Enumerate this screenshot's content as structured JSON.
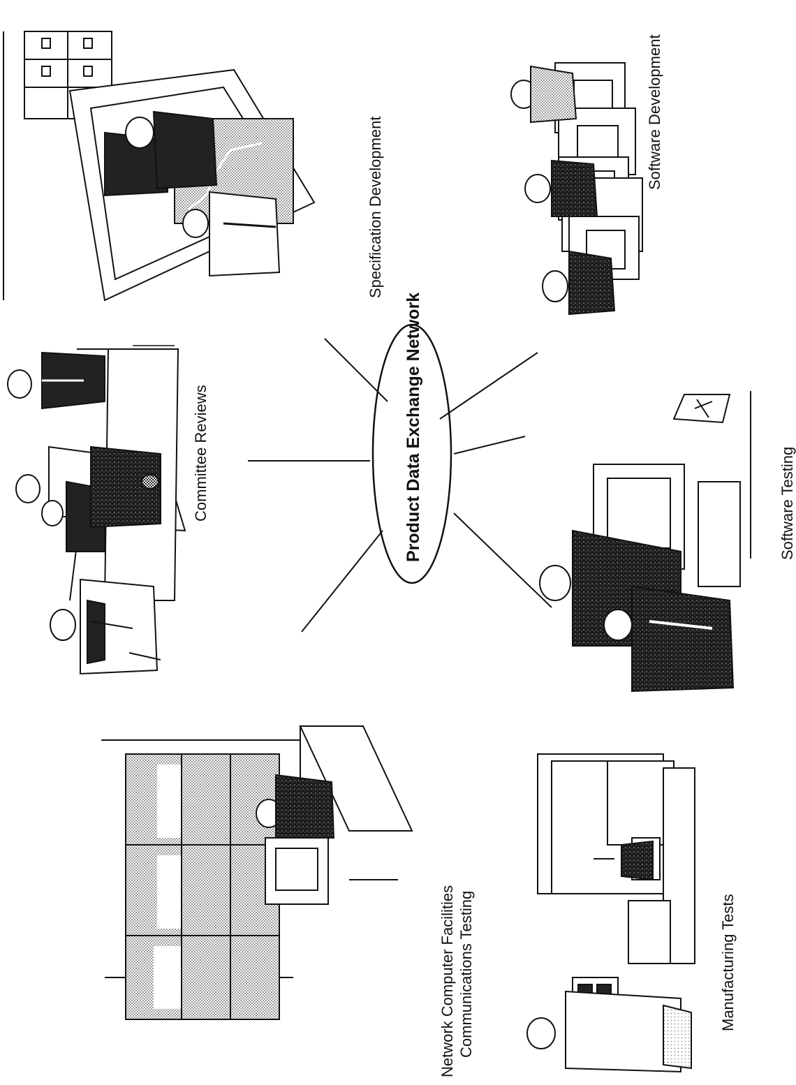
{
  "hub": {
    "label": "Product Data Exchange Network"
  },
  "activities": [
    {
      "id": "committee",
      "label": "Committee Reviews"
    },
    {
      "id": "specification",
      "label": "Specification Development"
    },
    {
      "id": "software_dev",
      "label": "Software Development"
    },
    {
      "id": "software_test",
      "label": "Software Testing"
    },
    {
      "id": "manufacturing",
      "label": "Manufacturing Tests"
    },
    {
      "id": "network",
      "lines": [
        "Network Computer Facilities",
        "Communications Testing"
      ]
    }
  ],
  "colors": {
    "ink": "#111111",
    "shade": "#9a9a9a",
    "dark": "#1c1c1c",
    "light": "#d6d6d6"
  }
}
